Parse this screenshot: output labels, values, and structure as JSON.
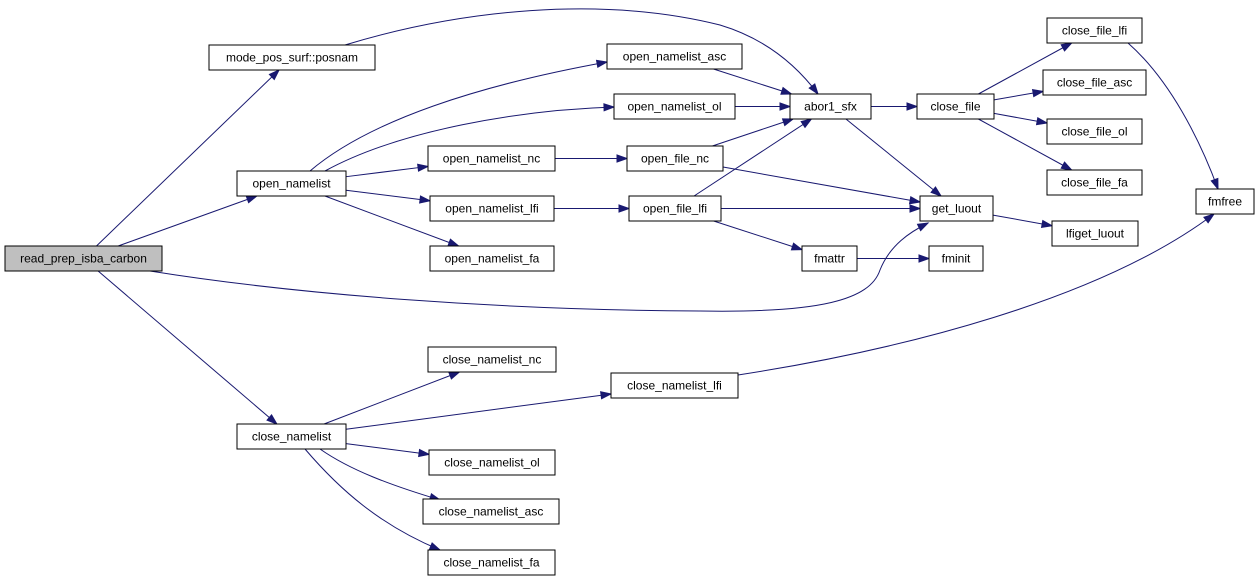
{
  "graph": {
    "root": "read_prep_isba_carbon",
    "colors": {
      "edge": "#191970",
      "node_fill": "#ffffff",
      "root_fill": "#bfbfbf",
      "node_border": "#000000",
      "text": "#000000"
    },
    "nodes": [
      {
        "id": "read_prep_isba_carbon",
        "label": "read_prep_isba_carbon",
        "root": true
      },
      {
        "id": "mode_pos_surf_posnam",
        "label": "mode_pos_surf::posnam"
      },
      {
        "id": "open_namelist",
        "label": "open_namelist"
      },
      {
        "id": "close_namelist",
        "label": "close_namelist"
      },
      {
        "id": "open_namelist_asc",
        "label": "open_namelist_asc"
      },
      {
        "id": "open_namelist_ol",
        "label": "open_namelist_ol"
      },
      {
        "id": "open_namelist_nc",
        "label": "open_namelist_nc"
      },
      {
        "id": "open_namelist_lfi",
        "label": "open_namelist_lfi"
      },
      {
        "id": "open_namelist_fa",
        "label": "open_namelist_fa"
      },
      {
        "id": "close_namelist_nc",
        "label": "close_namelist_nc"
      },
      {
        "id": "close_namelist_lfi",
        "label": "close_namelist_lfi"
      },
      {
        "id": "close_namelist_ol",
        "label": "close_namelist_ol"
      },
      {
        "id": "close_namelist_asc",
        "label": "close_namelist_asc"
      },
      {
        "id": "close_namelist_fa",
        "label": "close_namelist_fa"
      },
      {
        "id": "abor1_sfx",
        "label": "abor1_sfx"
      },
      {
        "id": "open_file_nc",
        "label": "open_file_nc"
      },
      {
        "id": "open_file_lfi",
        "label": "open_file_lfi"
      },
      {
        "id": "fmattr",
        "label": "fmattr"
      },
      {
        "id": "close_file",
        "label": "close_file"
      },
      {
        "id": "get_luout",
        "label": "get_luout"
      },
      {
        "id": "fminit",
        "label": "fminit"
      },
      {
        "id": "close_file_lfi",
        "label": "close_file_lfi"
      },
      {
        "id": "close_file_asc",
        "label": "close_file_asc"
      },
      {
        "id": "close_file_ol",
        "label": "close_file_ol"
      },
      {
        "id": "close_file_fa",
        "label": "close_file_fa"
      },
      {
        "id": "lfiget_luout",
        "label": "lfiget_luout"
      },
      {
        "id": "fmfree",
        "label": "fmfree"
      }
    ],
    "edges": [
      {
        "from": "read_prep_isba_carbon",
        "to": "mode_pos_surf_posnam"
      },
      {
        "from": "read_prep_isba_carbon",
        "to": "open_namelist"
      },
      {
        "from": "read_prep_isba_carbon",
        "to": "get_luout"
      },
      {
        "from": "read_prep_isba_carbon",
        "to": "close_namelist"
      },
      {
        "from": "mode_pos_surf_posnam",
        "to": "abor1_sfx"
      },
      {
        "from": "open_namelist",
        "to": "open_namelist_asc"
      },
      {
        "from": "open_namelist",
        "to": "open_namelist_ol"
      },
      {
        "from": "open_namelist",
        "to": "open_namelist_nc"
      },
      {
        "from": "open_namelist",
        "to": "open_namelist_lfi"
      },
      {
        "from": "open_namelist",
        "to": "open_namelist_fa"
      },
      {
        "from": "open_namelist_asc",
        "to": "abor1_sfx"
      },
      {
        "from": "open_namelist_ol",
        "to": "abor1_sfx"
      },
      {
        "from": "open_namelist_nc",
        "to": "open_file_nc"
      },
      {
        "from": "open_namelist_lfi",
        "to": "open_file_lfi"
      },
      {
        "from": "open_file_nc",
        "to": "abor1_sfx"
      },
      {
        "from": "open_file_nc",
        "to": "get_luout"
      },
      {
        "from": "open_file_lfi",
        "to": "abor1_sfx"
      },
      {
        "from": "open_file_lfi",
        "to": "get_luout"
      },
      {
        "from": "open_file_lfi",
        "to": "fmattr"
      },
      {
        "from": "fmattr",
        "to": "fminit"
      },
      {
        "from": "abor1_sfx",
        "to": "close_file"
      },
      {
        "from": "abor1_sfx",
        "to": "get_luout"
      },
      {
        "from": "close_file",
        "to": "close_file_lfi"
      },
      {
        "from": "close_file",
        "to": "close_file_asc"
      },
      {
        "from": "close_file",
        "to": "close_file_ol"
      },
      {
        "from": "close_file",
        "to": "close_file_fa"
      },
      {
        "from": "close_file_lfi",
        "to": "fmfree"
      },
      {
        "from": "get_luout",
        "to": "lfiget_luout"
      },
      {
        "from": "close_namelist",
        "to": "close_namelist_nc"
      },
      {
        "from": "close_namelist",
        "to": "close_namelist_lfi"
      },
      {
        "from": "close_namelist",
        "to": "close_namelist_ol"
      },
      {
        "from": "close_namelist",
        "to": "close_namelist_asc"
      },
      {
        "from": "close_namelist",
        "to": "close_namelist_fa"
      },
      {
        "from": "close_namelist_lfi",
        "to": "fmfree"
      }
    ]
  }
}
